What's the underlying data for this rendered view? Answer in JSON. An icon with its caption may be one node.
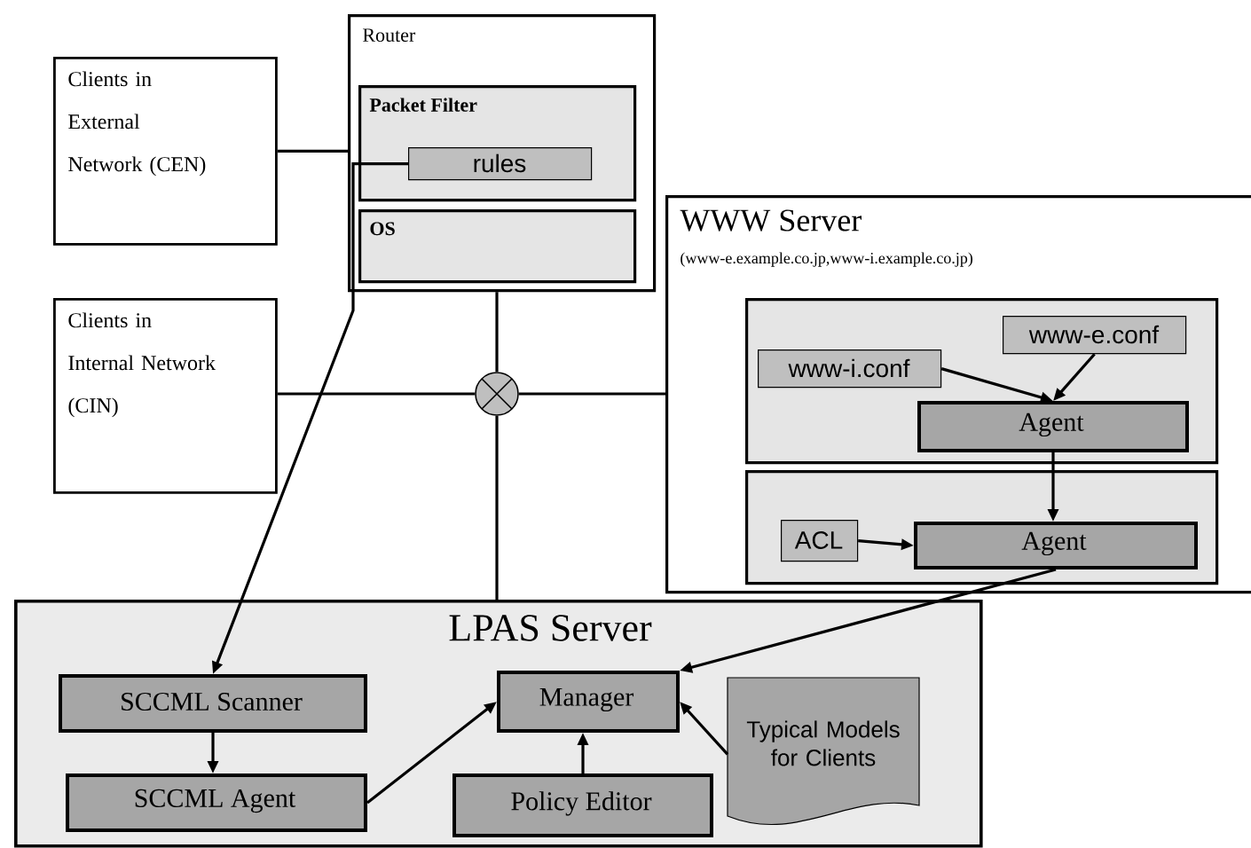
{
  "diagram": {
    "nodes": [
      {
        "text": [
          "Router"
        ]
      },
      {
        "text": [
          "Packet Filter"
        ],
        "in": 0
      },
      {
        "text": [
          "rules"
        ],
        "in": 1
      },
      {
        "text": [
          "OS"
        ],
        "in": 0
      },
      {
        "text": [
          "Clients in External Network (CEN)"
        ]
      },
      {
        "text": [
          "Clients in Internal Network (CIN)"
        ]
      },
      {
        "text": [],
        "shape": "circle"
      },
      {
        "text": [
          "WWW Server",
          "(www-e.example.co.jp,www-i.example.co.jp)"
        ]
      },
      {
        "text": [],
        "shape": "box",
        "in": 7
      },
      {
        "text": [
          "www-i.conf"
        ],
        "in": 8
      },
      {
        "text": [
          "www-e.conf"
        ],
        "in": 8
      },
      {
        "text": [
          "Agent"
        ],
        "in": 8
      },
      {
        "text": [],
        "shape": "box",
        "in": 7
      },
      {
        "text": [
          "ACL"
        ],
        "in": 12
      },
      {
        "text": [
          "Agent"
        ],
        "in": 12
      },
      {
        "text": [
          "LPAS Server"
        ]
      },
      {
        "text": [
          "SCCML Scanner"
        ],
        "in": 15
      },
      {
        "text": [
          "SCCML Agent"
        ],
        "in": 15
      },
      {
        "text": [
          "Manager"
        ],
        "in": 15
      },
      {
        "text": [
          "Policy Editor"
        ],
        "in": 15
      },
      {
        "text": [
          "Typical Models for Clients"
        ],
        "in": 15
      }
    ],
    "edges": [
      {
        "from": 4,
        "to": 0,
        "arrow": "none"
      },
      {
        "from": 0,
        "to": 6,
        "arrow": "none"
      },
      {
        "from": 6,
        "to": 15,
        "arrow": "none"
      },
      {
        "from": 5,
        "to": 6,
        "arrow": "none"
      },
      {
        "from": 6,
        "to": 7,
        "arrow": "none"
      },
      {
        "from": 2,
        "to": 16,
        "arrow": "to"
      },
      {
        "from": 9,
        "to": 11,
        "arrow": "to"
      },
      {
        "from": 10,
        "to": 11,
        "arrow": "to"
      },
      {
        "from": 11,
        "to": 14,
        "arrow": "to"
      },
      {
        "from": 13,
        "to": 14,
        "arrow": "to"
      },
      {
        "from": 14,
        "to": 18,
        "arrow": "to"
      },
      {
        "from": 16,
        "to": 17,
        "arrow": "to"
      },
      {
        "from": 17,
        "to": 18,
        "arrow": "to"
      },
      {
        "from": 19,
        "to": 18,
        "arrow": "to"
      },
      {
        "from": 20,
        "to": 18,
        "arrow": "to"
      }
    ]
  }
}
